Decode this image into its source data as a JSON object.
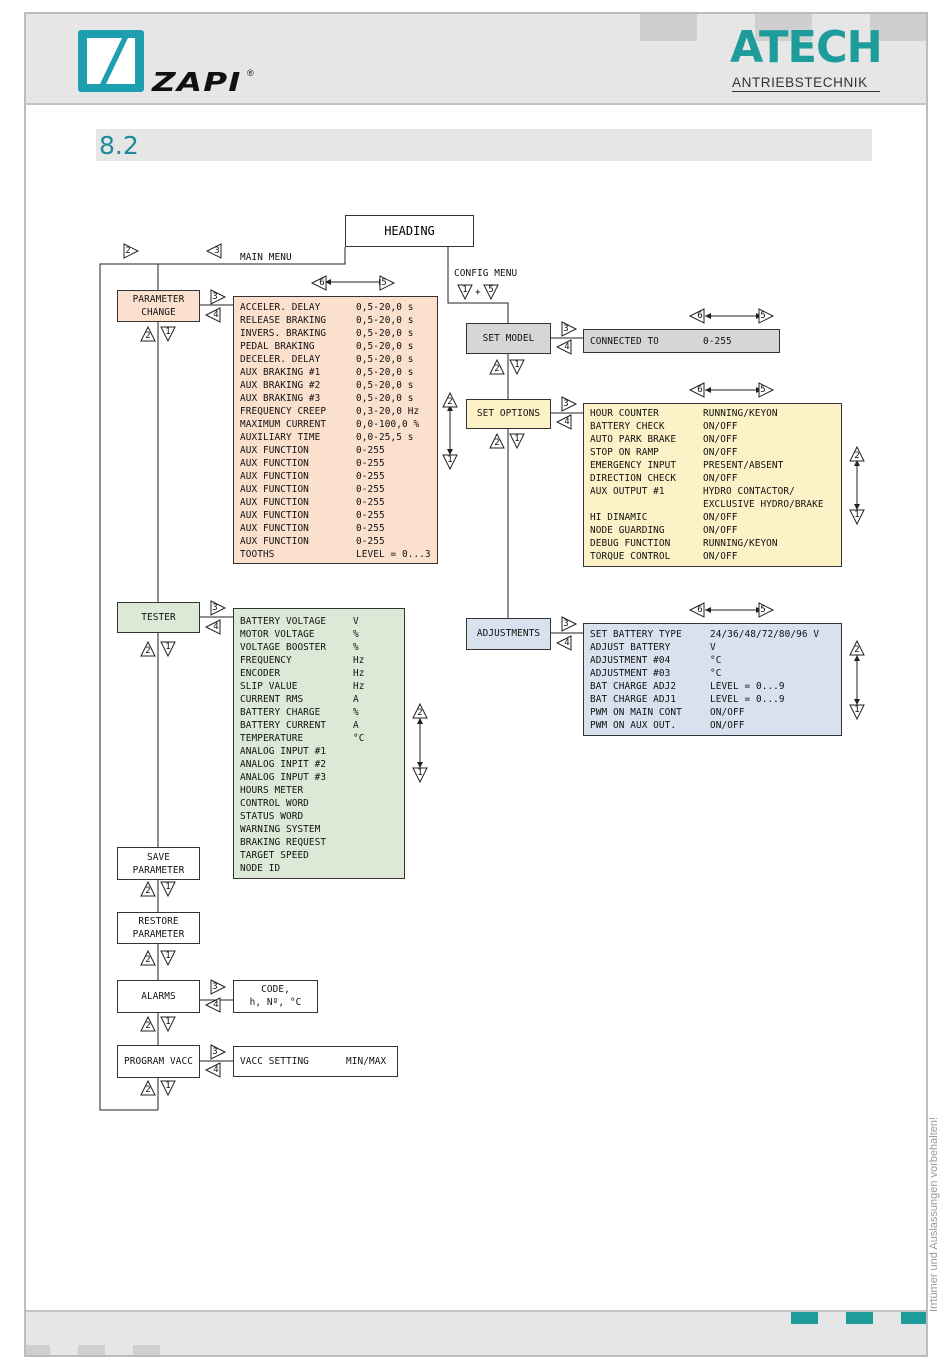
{
  "section": {
    "number": "8.2"
  },
  "logos": {
    "zapi_text": "ZAPI",
    "zapi_reg": "®",
    "atech_text": "ATECH",
    "atech_sub": "ANTRIEBSTECHNIK"
  },
  "colors": {
    "teal": "#1e9c9c",
    "salmon": "#fbe0ce",
    "green": "#dce9d6",
    "yellow": "#fdf1c8",
    "blue": "#d8e1ee",
    "gray": "#d6d6d6"
  },
  "side_note": "Irrtümer und Auslassungen vorbehalten!",
  "menu": {
    "heading": "HEADING",
    "main_menu": "MAIN MENU",
    "config_menu": "CONFIG MENU",
    "plus": "+",
    "items": {
      "parameter_change": [
        "PARAMETER",
        "CHANGE"
      ],
      "tester": "TESTER",
      "save_parameter": [
        "SAVE",
        "PARAMETER"
      ],
      "restore_parameter": [
        "RESTORE",
        "PARAMETER"
      ],
      "alarms": "ALARMS",
      "program_vacc": "PROGRAM VACC",
      "set_model": "SET MODEL",
      "set_options": "SET OPTIONS",
      "adjustments": "ADJUSTMENTS"
    }
  },
  "keys": {
    "k1": "1",
    "k2": "2",
    "k3": "3",
    "k4": "4",
    "k5": "5",
    "k6": "6"
  },
  "parameter_change_list": [
    [
      "ACCELER. DELAY",
      "0,5-20,0 s"
    ],
    [
      "RELEASE BRAKING",
      "0,5-20,0 s"
    ],
    [
      "INVERS. BRAKING",
      "0,5-20,0 s"
    ],
    [
      "PEDAL BRAKING",
      "0,5-20,0 s"
    ],
    [
      "DECELER. DELAY",
      "0,5-20,0 s"
    ],
    [
      "AUX BRAKING #1",
      "0,5-20,0 s"
    ],
    [
      "AUX BRAKING #2",
      "0,5-20,0 s"
    ],
    [
      "AUX BRAKING #3",
      "0,5-20,0 s"
    ],
    [
      "FREQUENCY CREEP",
      "0,3-20,0 Hz"
    ],
    [
      "MAXIMUM CURRENT",
      "0,0-100,0 %"
    ],
    [
      "AUXILIARY TIME",
      "0,0-25,5 s"
    ],
    [
      "AUX FUNCTION",
      "0-255"
    ],
    [
      "AUX FUNCTION",
      "0-255"
    ],
    [
      "AUX FUNCTION",
      "0-255"
    ],
    [
      "AUX FUNCTION",
      "0-255"
    ],
    [
      "AUX FUNCTION",
      "0-255"
    ],
    [
      "AUX FUNCTION",
      "0-255"
    ],
    [
      "AUX FUNCTION",
      "0-255"
    ],
    [
      "AUX FUNCTION",
      "0-255"
    ],
    [
      "TOOTHS",
      "LEVEL = 0...3"
    ]
  ],
  "tester_list": [
    [
      "BATTERY VOLTAGE",
      "V"
    ],
    [
      "MOTOR VOLTAGE",
      "%"
    ],
    [
      "VOLTAGE BOOSTER",
      "%"
    ],
    [
      "FREQUENCY",
      "Hz"
    ],
    [
      "ENCODER",
      "Hz"
    ],
    [
      "SLIP VALUE",
      "Hz"
    ],
    [
      "CURRENT RMS",
      "A"
    ],
    [
      "BATTERY CHARGE",
      "%"
    ],
    [
      "BATTERY CURRENT",
      "A"
    ],
    [
      "TEMPERATURE",
      "°C"
    ],
    [
      "ANALOG INPUT #1",
      ""
    ],
    [
      "ANALOG INPIT #2",
      ""
    ],
    [
      "ANALOG INPUT #3",
      ""
    ],
    [
      "HOURS METER",
      ""
    ],
    [
      "CONTROL WORD",
      ""
    ],
    [
      "STATUS WORD",
      ""
    ],
    [
      "WARNING SYSTEM",
      ""
    ],
    [
      "BRAKING REQUEST",
      ""
    ],
    [
      "TARGET SPEED",
      ""
    ],
    [
      "NODE ID",
      ""
    ]
  ],
  "set_model_list": [
    [
      "CONNECTED TO",
      "0-255"
    ]
  ],
  "set_options_list": [
    [
      "HOUR COUNTER",
      "RUNNING/KEYON"
    ],
    [
      "BATTERY CHECK",
      "ON/OFF"
    ],
    [
      "AUTO PARK BRAKE",
      "ON/OFF"
    ],
    [
      "STOP ON RAMP",
      "ON/OFF"
    ],
    [
      "EMERGENCY INPUT",
      "PRESENT/ABSENT"
    ],
    [
      "DIRECTION CHECK",
      "ON/OFF"
    ],
    [
      "AUX OUTPUT #1",
      "HYDRO CONTACTOR/"
    ],
    [
      "",
      "EXCLUSIVE HYDRO/BRAKE"
    ],
    [
      "HI DINAMIC",
      "ON/OFF"
    ],
    [
      "NODE GUARDING",
      "ON/OFF"
    ],
    [
      "DEBUG FUNCTION",
      "RUNNING/KEYON"
    ],
    [
      "TORQUE CONTROL",
      "ON/OFF"
    ]
  ],
  "adjustments_list": [
    [
      "SET BATTERY TYPE",
      "24/36/48/72/80/96 V"
    ],
    [
      "ADJUST BATTERY",
      "V"
    ],
    [
      "ADJUSTMENT #04",
      "°C"
    ],
    [
      "ADJUSTMENT #03",
      "°C"
    ],
    [
      "BAT CHARGE ADJ2",
      "LEVEL = 0...9"
    ],
    [
      "BAT CHARGE ADJ1",
      "LEVEL = 0...9"
    ],
    [
      "PWM ON MAIN CONT",
      "ON/OFF"
    ],
    [
      "PWM ON AUX OUT.",
      "ON/OFF"
    ]
  ],
  "alarms_detail": [
    "CODE,",
    "h, Nº, °C"
  ],
  "vacc_detail": [
    "VACC SETTING",
    "MIN/MAX"
  ]
}
